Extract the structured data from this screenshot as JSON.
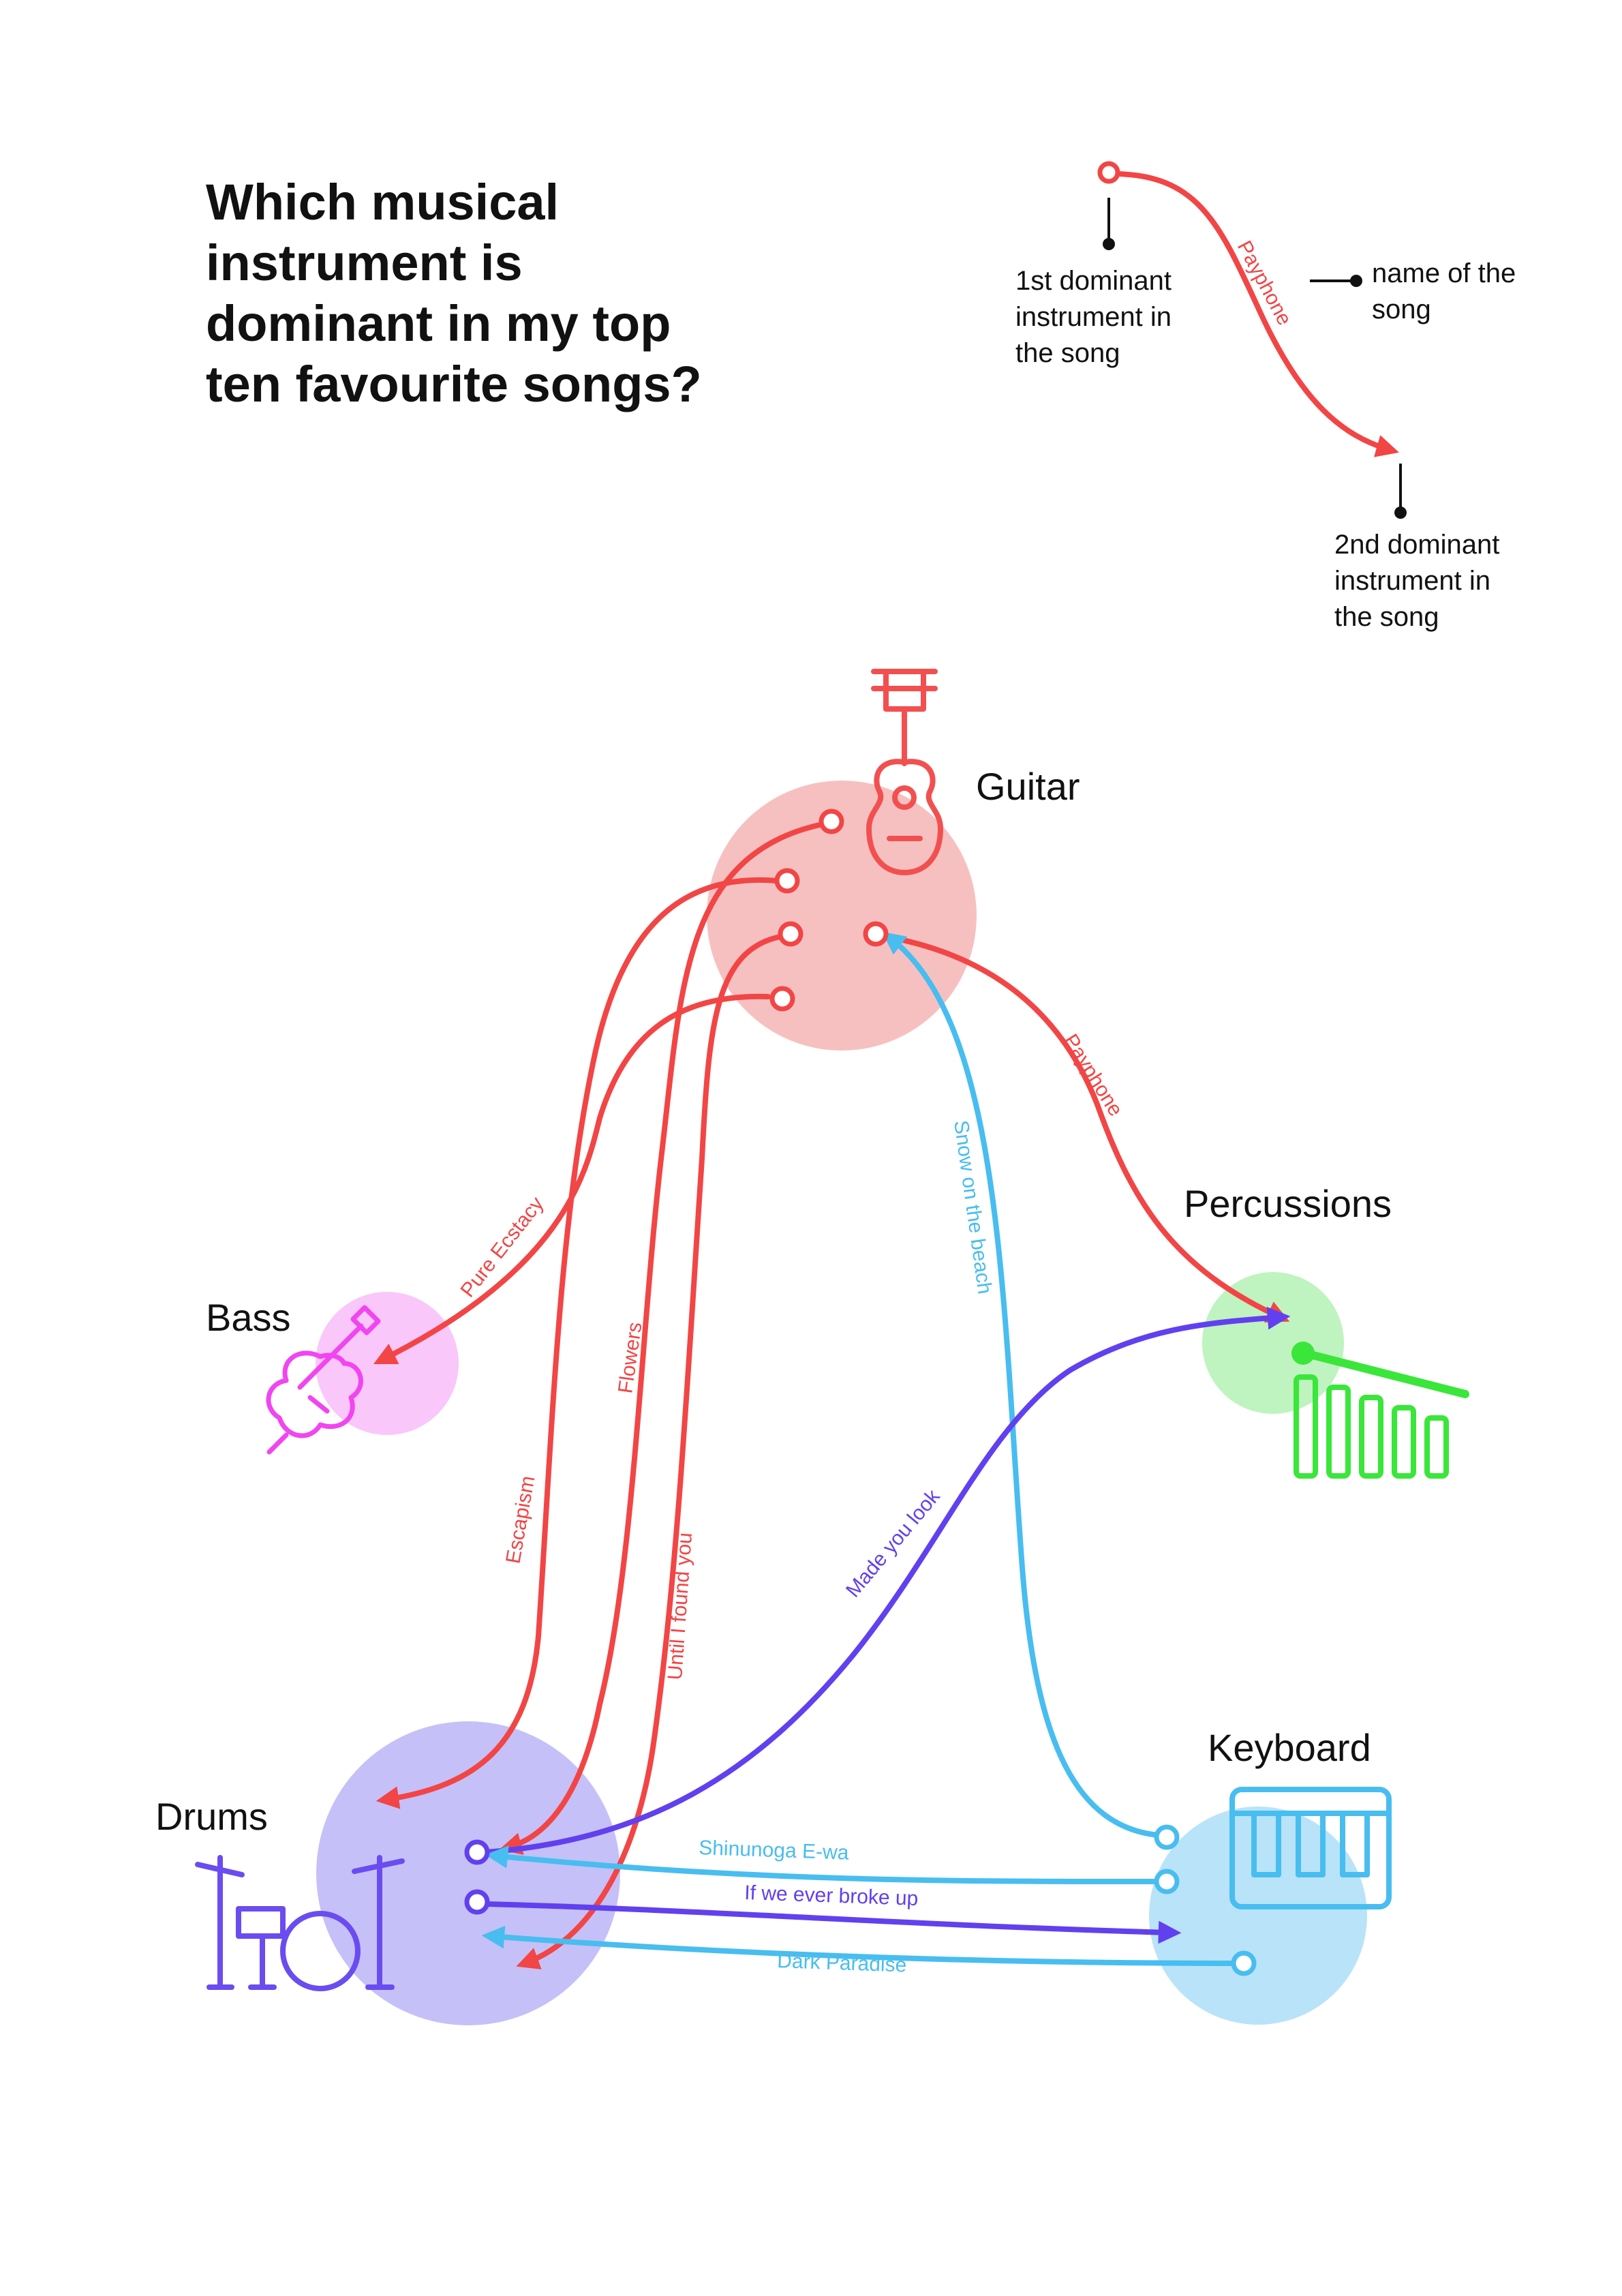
{
  "title_lines": [
    "Which musical",
    "instrument is",
    "dominant in my top",
    "ten favourite songs?"
  ],
  "legend": {
    "song_example": "Payphone",
    "first_label_lines": [
      "1st dominant",
      "instrument in",
      "the song"
    ],
    "name_label_lines": [
      "name of the",
      "song"
    ],
    "second_label_lines": [
      "2nd dominant",
      "instrument in",
      "the song"
    ]
  },
  "instruments": {
    "guitar": {
      "label": "Guitar",
      "color": "#f25050",
      "bubble": "#f7c0c0",
      "icon": "guitar-icon"
    },
    "percussions": {
      "label": "Percussions",
      "color": "#3ae63a",
      "bubble": "#bff3bf",
      "icon": "xylophone-icon"
    },
    "bass": {
      "label": "Bass",
      "color": "#f045f0",
      "bubble": "#fac7fa",
      "icon": "violin-icon"
    },
    "keyboard": {
      "label": "Keyboard",
      "color": "#48bdf0",
      "bubble": "#b9e3f8",
      "icon": "keyboard-icon"
    },
    "drums": {
      "label": "Drums",
      "color": "#6a4cf0",
      "bubble": "#c6c0f8",
      "icon": "drum-kit-icon"
    }
  },
  "songs": [
    {
      "name": "Pure Ecstacy",
      "first": "Guitar",
      "second": "Bass"
    },
    {
      "name": "Escapism",
      "first": "Guitar",
      "second": "Drums"
    },
    {
      "name": "Flowers",
      "first": "Guitar",
      "second": "Drums"
    },
    {
      "name": "Until I found you",
      "first": "Guitar",
      "second": "Drums"
    },
    {
      "name": "Payphone",
      "first": "Guitar",
      "second": "Percussions"
    },
    {
      "name": "Snow on the beach",
      "first": "Keyboard",
      "second": "Guitar"
    },
    {
      "name": "Made you look",
      "first": "Drums",
      "second": "Percussions"
    },
    {
      "name": "Shinunoga E-wa",
      "first": "Keyboard",
      "second": "Drums"
    },
    {
      "name": "If we ever broke up",
      "first": "Drums",
      "second": "Keyboard"
    },
    {
      "name": "Dark Paradise",
      "first": "Keyboard",
      "second": "Drums"
    }
  ]
}
